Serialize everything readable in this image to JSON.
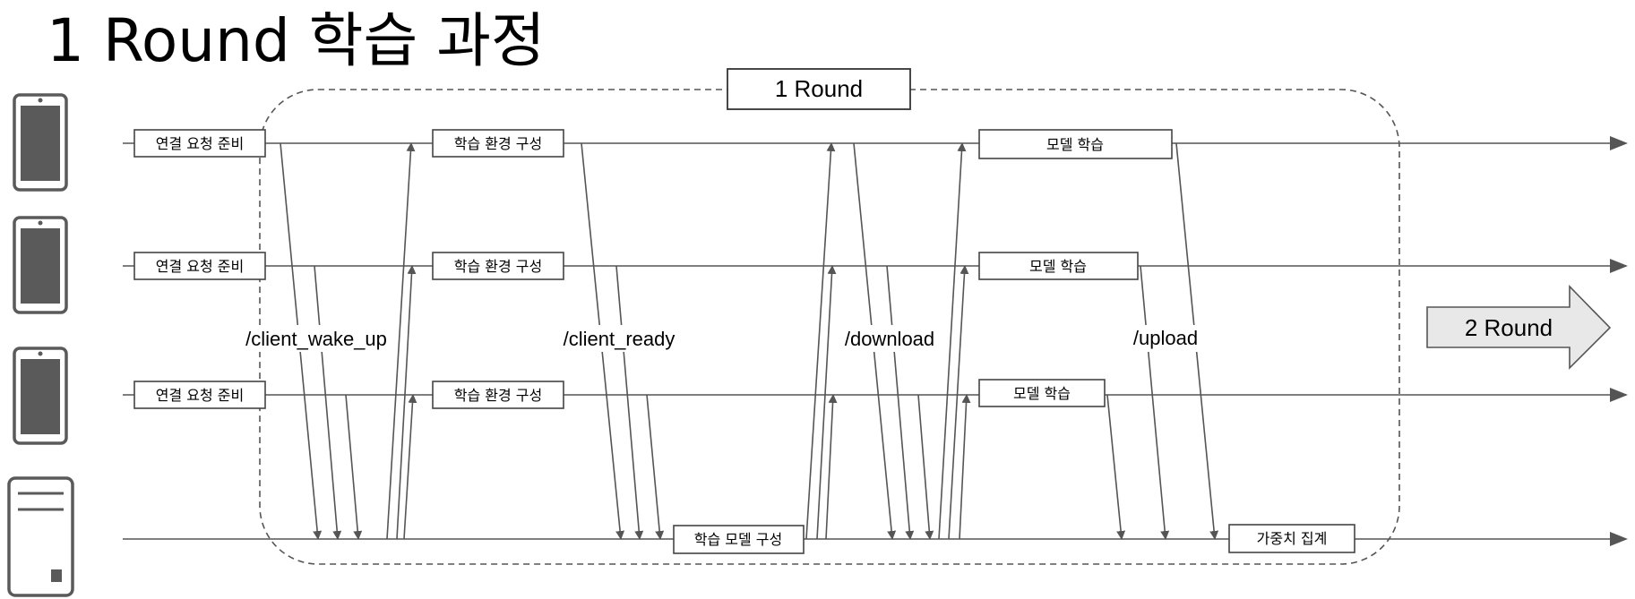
{
  "title": "1 Round 학습 과정",
  "round_label": "1 Round",
  "next_round_label": "2 Round",
  "devices": [
    {
      "icon": "smartphone-icon"
    },
    {
      "icon": "smartphone-icon"
    },
    {
      "icon": "smartphone-icon"
    },
    {
      "icon": "server-icon"
    }
  ],
  "client_stages": {
    "connect_prepare": "연결 요청 준비",
    "env_setup": "학습 환경 구성",
    "model_training": "모델 학습"
  },
  "server_stages": {
    "model_setup": "학습 모델 구성",
    "weight_aggregation": "가중치 집계"
  },
  "api_calls": [
    {
      "label": "/client_wake_up",
      "direction": "client-to-server"
    },
    {
      "label": "/client_ready",
      "direction": "client-to-server"
    },
    {
      "label": "/download",
      "direction": "server-to-client"
    },
    {
      "label": "/upload",
      "direction": "client-to-server"
    }
  ],
  "colors": {
    "line": "#555555",
    "box_border": "#444444",
    "round_border": "#555555",
    "arrow_fill": "#e8e8e8",
    "icon_fill": "#5a5a5a"
  }
}
